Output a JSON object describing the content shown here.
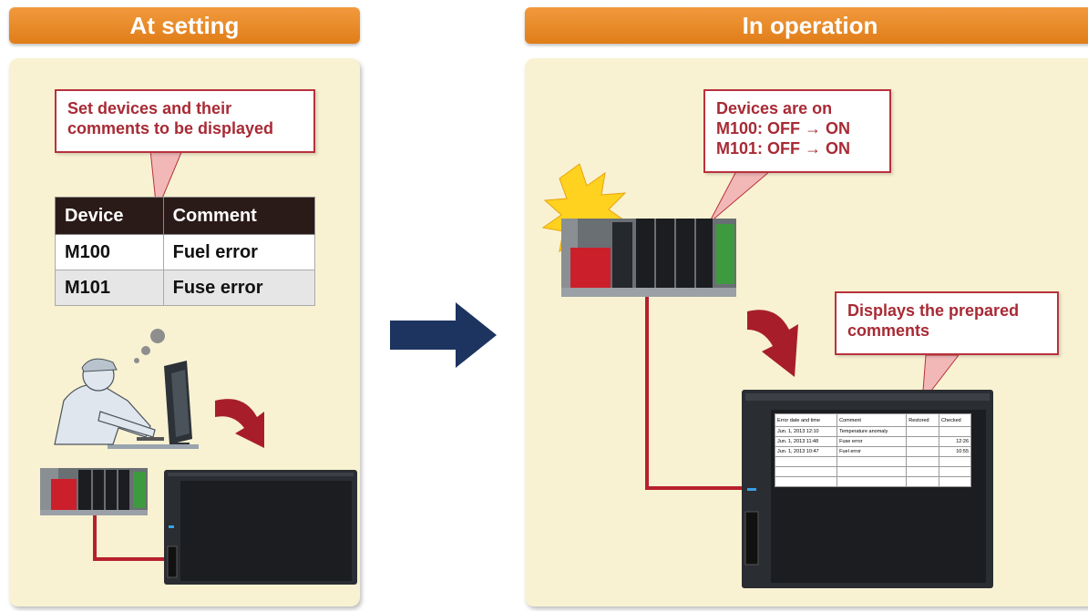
{
  "left": {
    "header": "At setting",
    "callout": [
      "Set devices and their",
      "comments to be displayed"
    ],
    "table": {
      "headers": [
        "Device",
        "Comment"
      ],
      "rows": [
        [
          "M100",
          "Fuel error"
        ],
        [
          "M101",
          "Fuse error"
        ]
      ]
    }
  },
  "right": {
    "header": "In operation",
    "callout_top": [
      "Devices are on",
      "M100: OFF → ON",
      "M101: OFF → ON"
    ],
    "callout_bottom": [
      "Displays the prepared",
      "comments"
    ],
    "screen_table": {
      "headers": [
        "Error date and time",
        "Comment",
        "Restored",
        "Checked"
      ],
      "rows": [
        [
          "Jun. 1, 2013 12:10",
          "Temperature anomaly",
          "",
          ""
        ],
        [
          "Jun. 1, 2013 11:48",
          "Fuse error",
          "",
          "12:26"
        ],
        [
          "Jun. 1, 2013 10:47",
          "Fuel error",
          "",
          "10:55"
        ],
        [
          "",
          "",
          "",
          ""
        ],
        [
          "",
          "",
          "",
          ""
        ],
        [
          "",
          "",
          "",
          ""
        ]
      ]
    }
  },
  "colors": {
    "header_orange": "#e8892a",
    "panel": "#f8f2d2",
    "callout_red": "#b8323c",
    "arrow_navy": "#1d3460",
    "cable": "#b8202c"
  },
  "icons": [
    "flow-arrow-icon",
    "plc-icon",
    "hmi-icon",
    "operator-icon",
    "flash-icon",
    "curved-arrow-icon"
  ]
}
